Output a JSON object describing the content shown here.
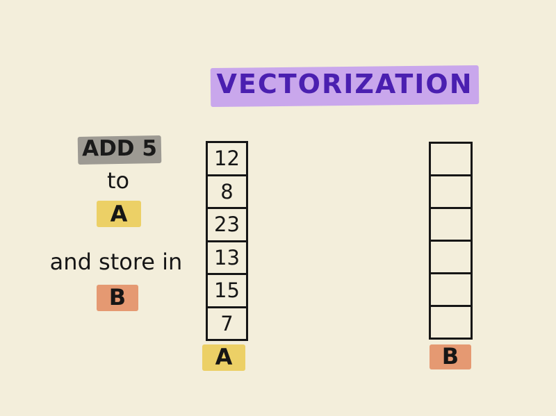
{
  "title": "VECTORIZATION",
  "instruction": {
    "op": "ADD 5",
    "to": "to",
    "source": "A",
    "store": "and store in",
    "target": "B"
  },
  "vector_a": {
    "label": "A",
    "values": [
      "12",
      "8",
      "23",
      "13",
      "15",
      "7"
    ],
    "highlight_color": "#ecd066"
  },
  "vector_b": {
    "label": "B",
    "values": [
      "",
      "",
      "",
      "",
      "",
      ""
    ],
    "highlight_color": "#e59972"
  },
  "colors": {
    "background": "#f3eedb",
    "title_highlight": "#c9a7ec",
    "title_text": "#4a1fb0",
    "op_highlight": "#9d9a93"
  }
}
